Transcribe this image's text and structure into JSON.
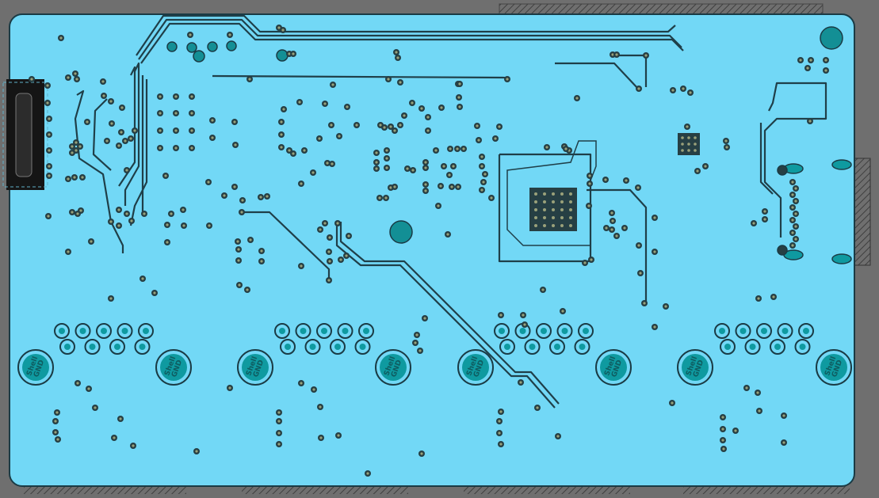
{
  "board": {
    "colors": {
      "background": "#6f6f6f",
      "board_fill": "#72d8f6",
      "board_outline": "#1a3b45",
      "trace": "#1f3f49",
      "via_ring": "#263f44",
      "via_hole": "#9aa17a",
      "pad_fill": "#0f9aa0",
      "mounting_hole": "#138f95",
      "connector_body": "#151515",
      "hatch": "#4f4f4f"
    },
    "shield_label": "Shell\nGND",
    "shield_label_lines": [
      "Shell",
      "GND"
    ]
  }
}
